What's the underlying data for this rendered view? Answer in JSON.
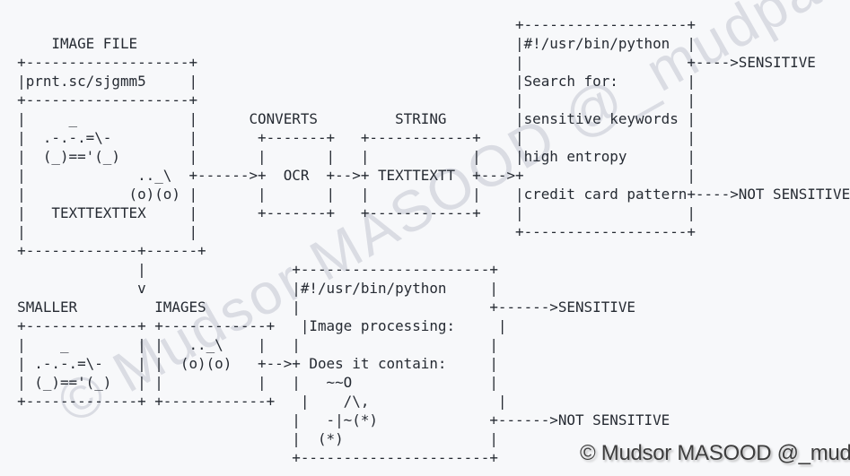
{
  "colors": {
    "background": "#f7f8fa",
    "ink": "#262b33",
    "diagonal_watermark": "rgba(104,112,134,0.20)",
    "footer_text": "#3d3d3d"
  },
  "diagram": {
    "description_labels": {
      "left_box_title": "IMAGE FILE",
      "left_box_header": "prnt.sc/sjgmm5",
      "ocr_label": "CONVERTS",
      "ocr_node": "OCR",
      "string_label": "STRING",
      "string_node": "TEXTTEXTT",
      "script_top": "#!/usr/bin/python",
      "search_for": "Search for:",
      "keyword_lines": [
        "sensitive keywords",
        "high entropy",
        "credit card pattern"
      ],
      "outcome_sensitive": "SENSITIVE",
      "outcome_not_sensitive": "NOT SENSITIVE",
      "smaller_label": "SMALLER",
      "images_label": "IMAGES",
      "image_processing": "Image processing:",
      "does_it_contain": "Does it contain:"
    },
    "lines": [
      "",
      "                                                            +-------------------+",
      "      IMAGE FILE                                            |#!/usr/bin/python  |",
      "  +-------------------+                                     |                   +---->SENSITIVE",
      "  |prnt.sc/sjgmm5     |                                     |Search for:        |",
      "  +-------------------+                                     |                   |",
      "  |     _             |      CONVERTS         STRING        |sensitive keywords |",
      "  |  .-.-.=\\-         |       +-------+   +------------+    |                   |",
      "  |  (_)=='(_)        |       |       |   |            |    |high entropy       |",
      "  |             .._\\  +------>+  OCR  +-->+ TEXTTEXTT  +--->+                   |",
      "  |            (o)(o) |       |       |   |            |    |credit card pattern+---->NOT SENSITIVE",
      "  |   TEXTTEXTTEX     |       +-------+   +------------+    |                   |",
      "  |                   |                                     +-------------------+",
      "  +-------------+------+",
      "                |                 +----------------------+",
      "                v                 |#!/usr/bin/python     |",
      "  SMALLER         IMAGES          |                      +------>SENSITIVE",
      "  +-------------+ +------------+   |Image processing:     |",
      "  |    _        | |   .._\\    |   |                      |",
      "  | .-.-.=\\-    | |  (o)(o)   +-->+ Does it contain:     |",
      "  | (_)=='(_)   | |           |   |   ~~O                |",
      "  +-------------+ +------------+   |    /\\,               |",
      "                                  |   -|~(*)             +------>NOT SENSITIVE",
      "                                  |  (*)                 |",
      "                                  +----------------------+"
    ]
  },
  "watermarks": {
    "diagonal": "© Mudsor MASOOD @_mudpak",
    "footer": "© Mudsor MASOOD @_mudpak"
  }
}
